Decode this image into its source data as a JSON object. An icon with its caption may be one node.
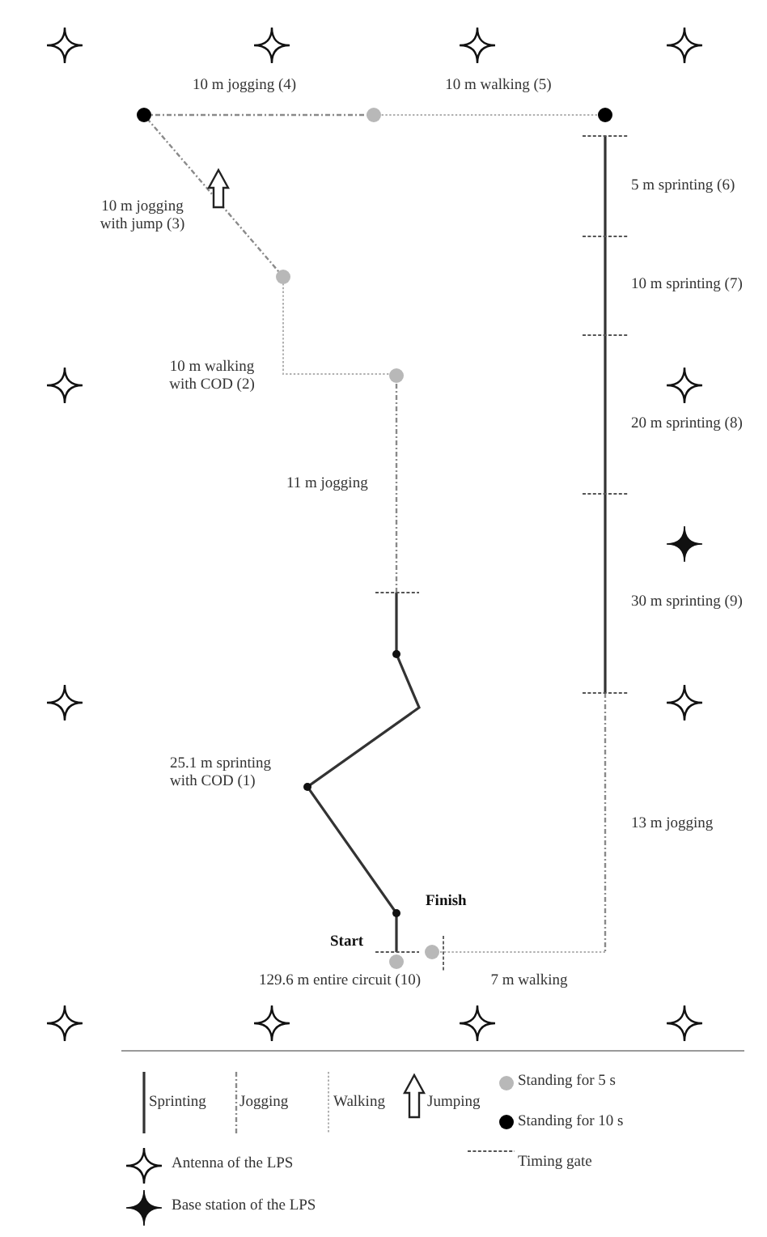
{
  "diagram": {
    "labels": [
      "10 m jogging (4)",
      "10 m walking (5)",
      "5 m sprinting (6)",
      "10 m jogging with jump (3)",
      "10 m sprinting (7)",
      "10 m walking with COD (2)",
      "20 m sprinting (8)",
      "11 m jogging",
      "30 m sprinting (9)",
      "25.1 m sprinting with COD (1)",
      "13 m jogging",
      "Finish",
      "Start",
      "129.6 m entire circuit (10)",
      "7 m walking"
    ],
    "legend": [
      {
        "text": "Sprinting"
      },
      {
        "text": "Jogging"
      },
      {
        "text": "Walking"
      },
      {
        "text": "Jumping"
      },
      {
        "text": "Standing for 5 s",
        "color": "#b8b8b8"
      },
      {
        "text": "Standing for 10 s",
        "color": "#000000"
      },
      {
        "text": "Antenna of the LPS"
      },
      {
        "text": "Timing gate"
      },
      {
        "text": "Base station of the LPS"
      }
    ]
  }
}
